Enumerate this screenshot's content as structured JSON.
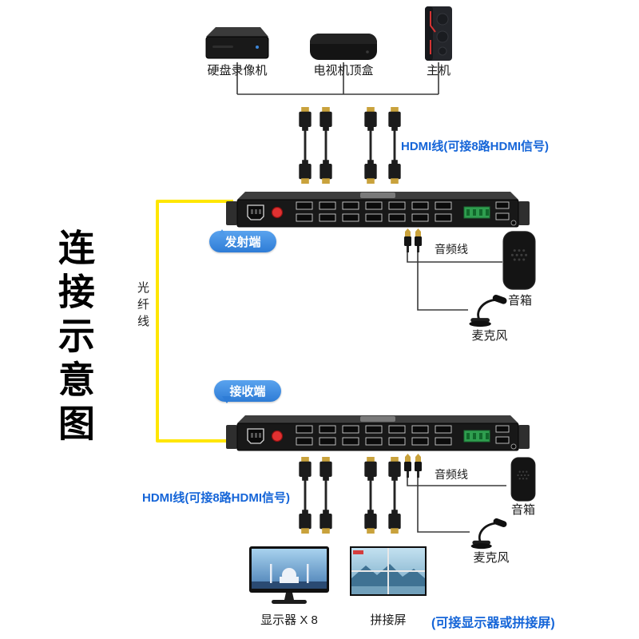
{
  "title": "连接示意图",
  "sources": {
    "dvr": "硬盘录像机",
    "stb": "电视机顶盒",
    "host": "主机"
  },
  "cables": {
    "hdmi_top": "HDMI线(可接8路HDMI信号)",
    "hdmi_bottom": "HDMI线(可接8路HDMI信号)",
    "fiber": "光纤线",
    "audio_top": "音频线",
    "audio_bottom": "音频线"
  },
  "devices": {
    "transmitter_badge": "发射端",
    "receiver_badge": "接收端",
    "speaker_top": "音箱",
    "speaker_bottom": "音箱",
    "mic_top": "麦克风",
    "mic_bottom": "麦克风"
  },
  "displays": {
    "monitor": "显示器 X 8",
    "video_wall": "拼接屏",
    "note": "(可接显示器或拼接屏)"
  },
  "colors": {
    "accent_blue": "#1565d8",
    "badge_blue": "#2e7cd6",
    "fiber_yellow": "#ffe600",
    "wire_dark": "#3a3a3a",
    "terminal_green": "#2f9e4f",
    "power_red": "#e03131"
  }
}
